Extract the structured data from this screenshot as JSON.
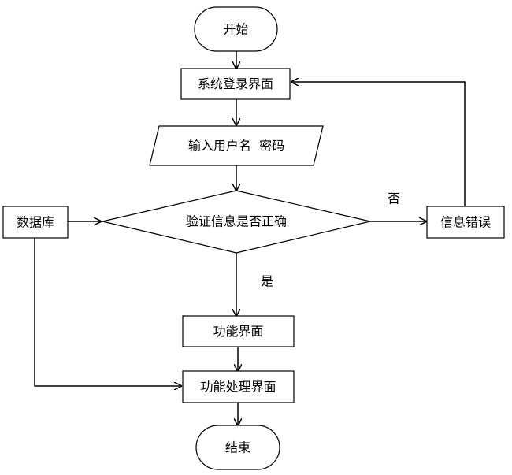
{
  "diagram": {
    "nodes": {
      "start": "开始",
      "login_screen": "系统登录界面",
      "input": "输入用户名  密码",
      "verify": "验证信息是否正确",
      "database": "数据库",
      "error": "信息错误",
      "function_screen": "功能界面",
      "processing_screen": "功能处理界面",
      "end": "结束"
    },
    "edges": {
      "no": "否",
      "yes": "是"
    }
  }
}
